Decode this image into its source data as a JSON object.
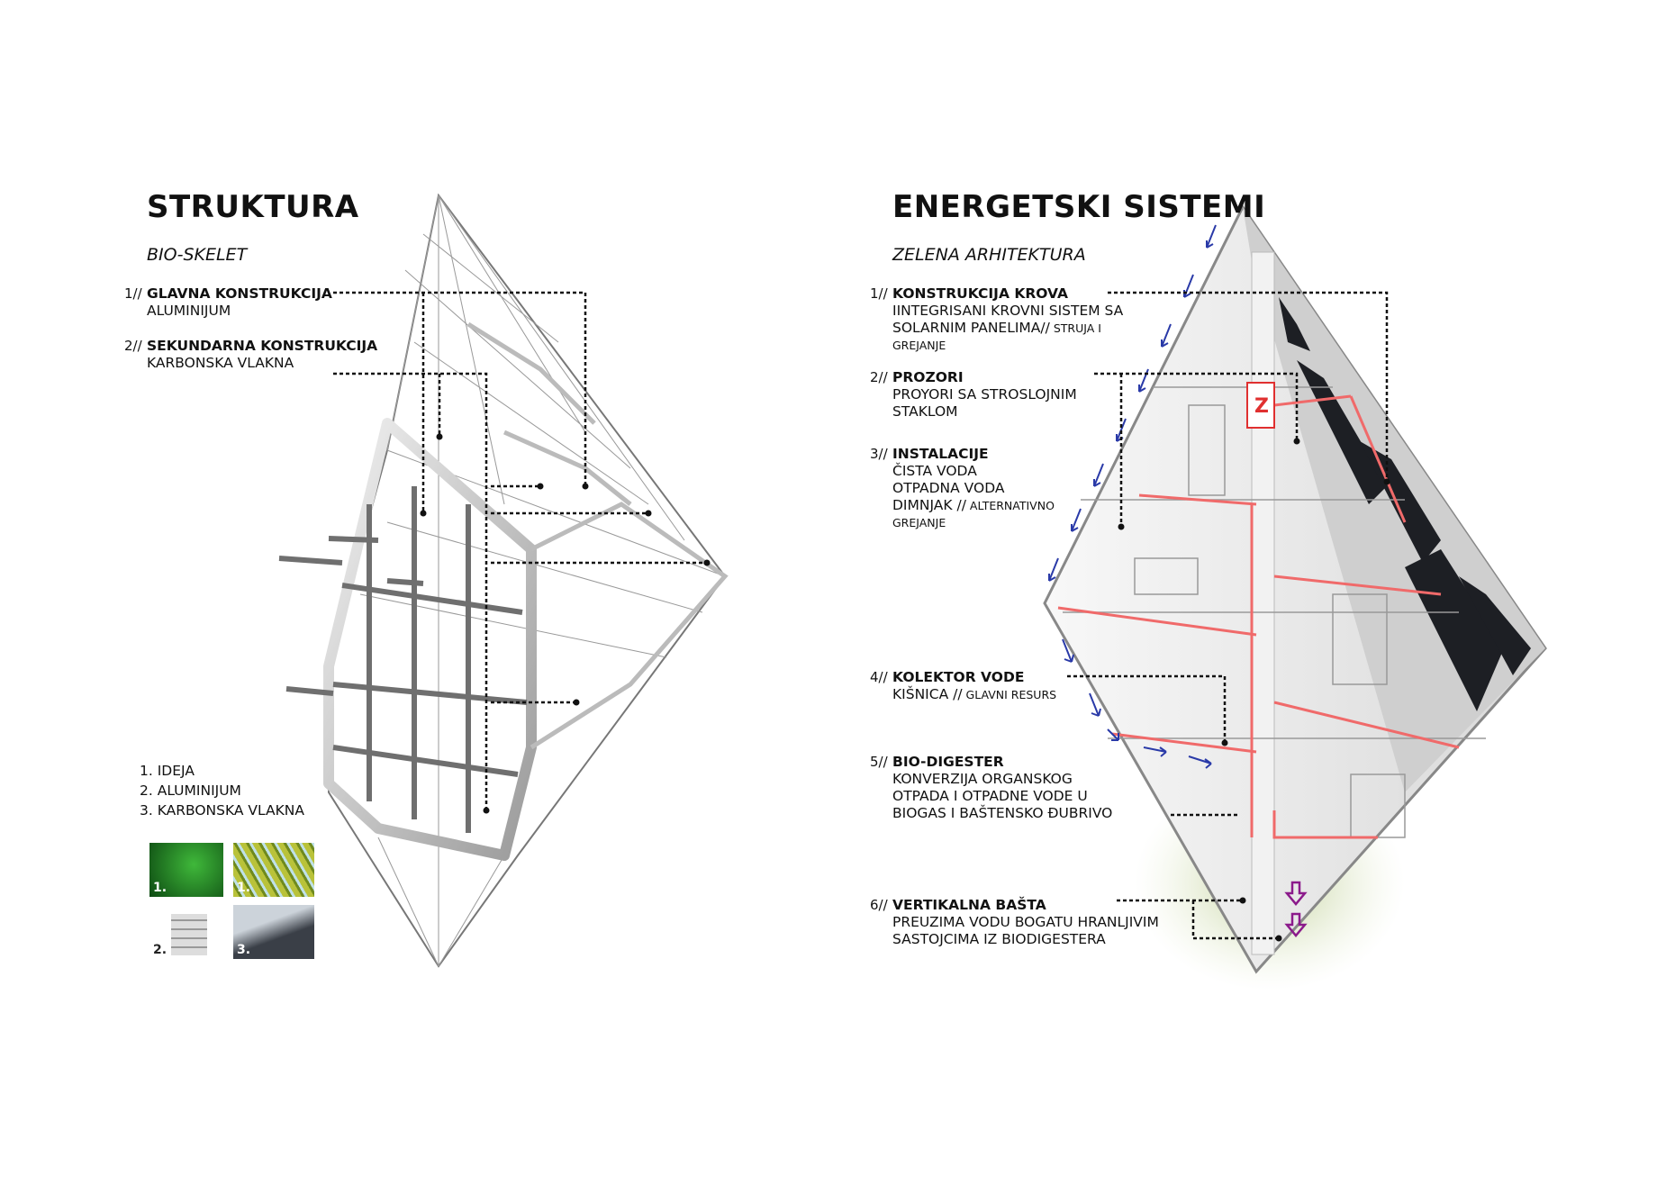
{
  "left": {
    "title": "STRUKTURA",
    "subtitle": "BIO-SKELET",
    "items": [
      {
        "num": "1//",
        "heading": "GLAVNA KONSTRUKCIJA",
        "lines": [
          "ALUMINIJUM"
        ]
      },
      {
        "num": "2//",
        "heading": "SEKUNDARNA KONSTRUKCIJA",
        "lines": [
          "KARBONSKA VLAKNA"
        ]
      }
    ],
    "legend": [
      "1. IDEJA",
      "2. ALUMINIJUM",
      "3. KARBONSKA VLAKNA"
    ],
    "thumbs": [
      "1.",
      "1.",
      "2.",
      "3."
    ]
  },
  "right": {
    "title": "ENERGETSKI SISTEMI",
    "subtitle": "ZELENA ARHITEKTURA",
    "items": [
      {
        "num": "1//",
        "heading": "KONSTRUKCIJA KROVA",
        "line1": "IINTEGRISANI KROVNI SISTEM SA",
        "line2": "SOLARNIM PANELIMA//",
        "line2_small": " STRUJA I",
        "line3_small": "GREJANJE"
      },
      {
        "num": "2//",
        "heading": "PROZORI",
        "line1": "PROYORI SA STROSLOJNIM",
        "line2": "STAKLOM"
      },
      {
        "num": "3//",
        "heading": "INSTALACIJE",
        "line1": "ČISTA VODA",
        "line2": "OTPADNA VODA",
        "line3": "DIMNJAK //",
        "line3_small": " ALTERNATIVNO",
        "line4_small": "GREJANJE"
      },
      {
        "num": "4//",
        "heading": "KOLEKTOR VODE",
        "line1": "KIŠNICA //",
        "line1_small": " GLAVNI RESURS"
      },
      {
        "num": "5//",
        "heading": "BIO-DIGESTER",
        "line1": "KONVERZIJA ORGANSKOG",
        "line2": "OTPADA I OTPADNE VODE U",
        "line3": "BIOGAS I BAŠTENSKO ĐUBRIVO"
      },
      {
        "num": "6//",
        "heading": "VERTIKALNA BAŠTA",
        "line1": "PREUZIMA VODU BOGATU HRANLJIVIM",
        "line2": "SASTOJCIMA IZ BIODIGESTERA"
      }
    ]
  },
  "colors": {
    "rain_arrow": "#2a3aa8",
    "heat_line": "#f06a6a",
    "solar_panel": "#1d1f24",
    "garden": "#c8d4a0",
    "nutrient_arrow": "#8b1a8b"
  }
}
